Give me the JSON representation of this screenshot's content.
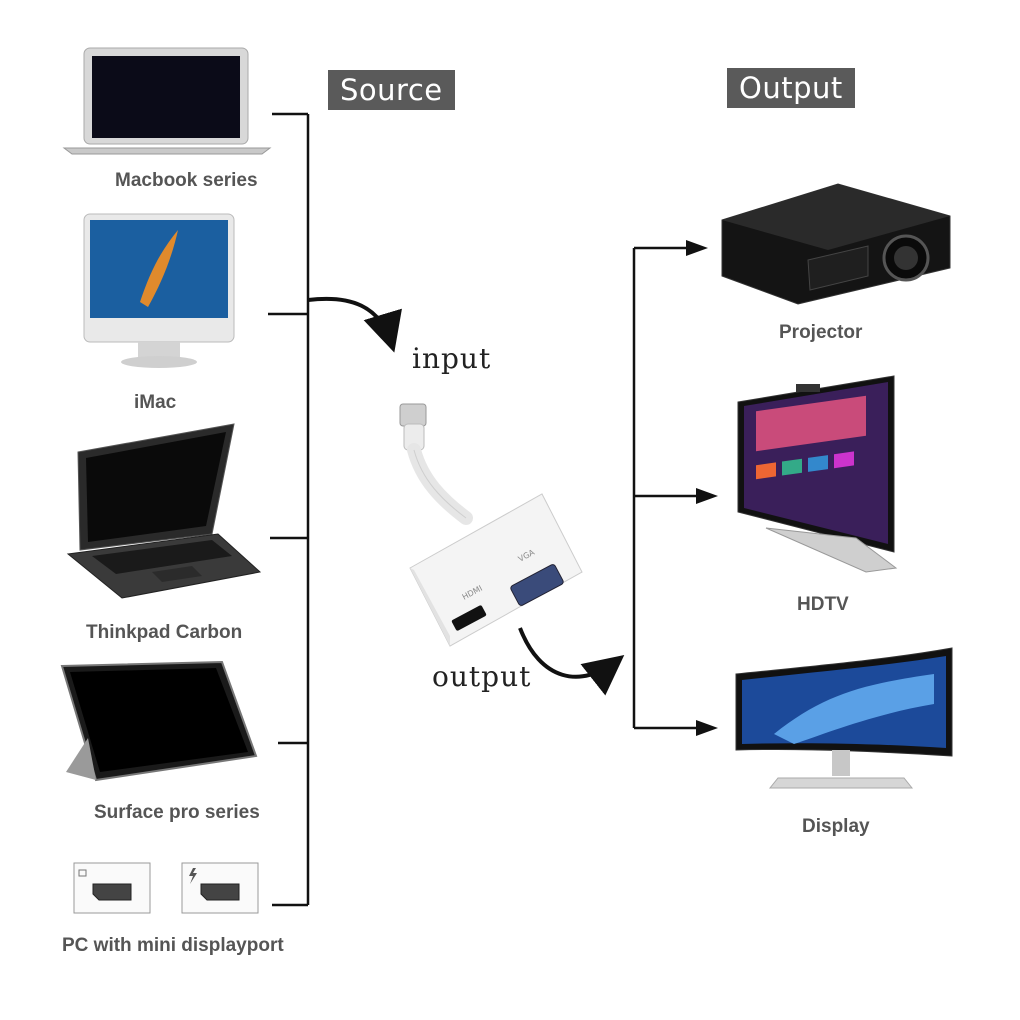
{
  "headers": {
    "source": "Source",
    "output": "Output"
  },
  "flow": {
    "input_label": "input",
    "output_label": "output"
  },
  "sources": [
    {
      "label": "Macbook series",
      "icon": "laptop-macbook-icon"
    },
    {
      "label": "iMac",
      "icon": "imac-icon"
    },
    {
      "label": "Thinkpad Carbon",
      "icon": "laptop-thinkpad-icon"
    },
    {
      "label": "Surface pro series",
      "icon": "tablet-surface-icon"
    },
    {
      "label": "PC with mini displayport",
      "icon": "mini-displayport-icon"
    }
  ],
  "outputs": [
    {
      "label": "Projector",
      "icon": "projector-icon"
    },
    {
      "label": "HDTV",
      "icon": "tv-icon"
    },
    {
      "label": "Display",
      "icon": "curved-monitor-icon"
    }
  ],
  "adapter": {
    "port_hdmi": "HDMI",
    "port_vga": "VGA",
    "icon": "adapter-icon"
  },
  "colors": {
    "badge_bg": "#5a5a5a",
    "label_text": "#555555",
    "line": "#111111"
  }
}
